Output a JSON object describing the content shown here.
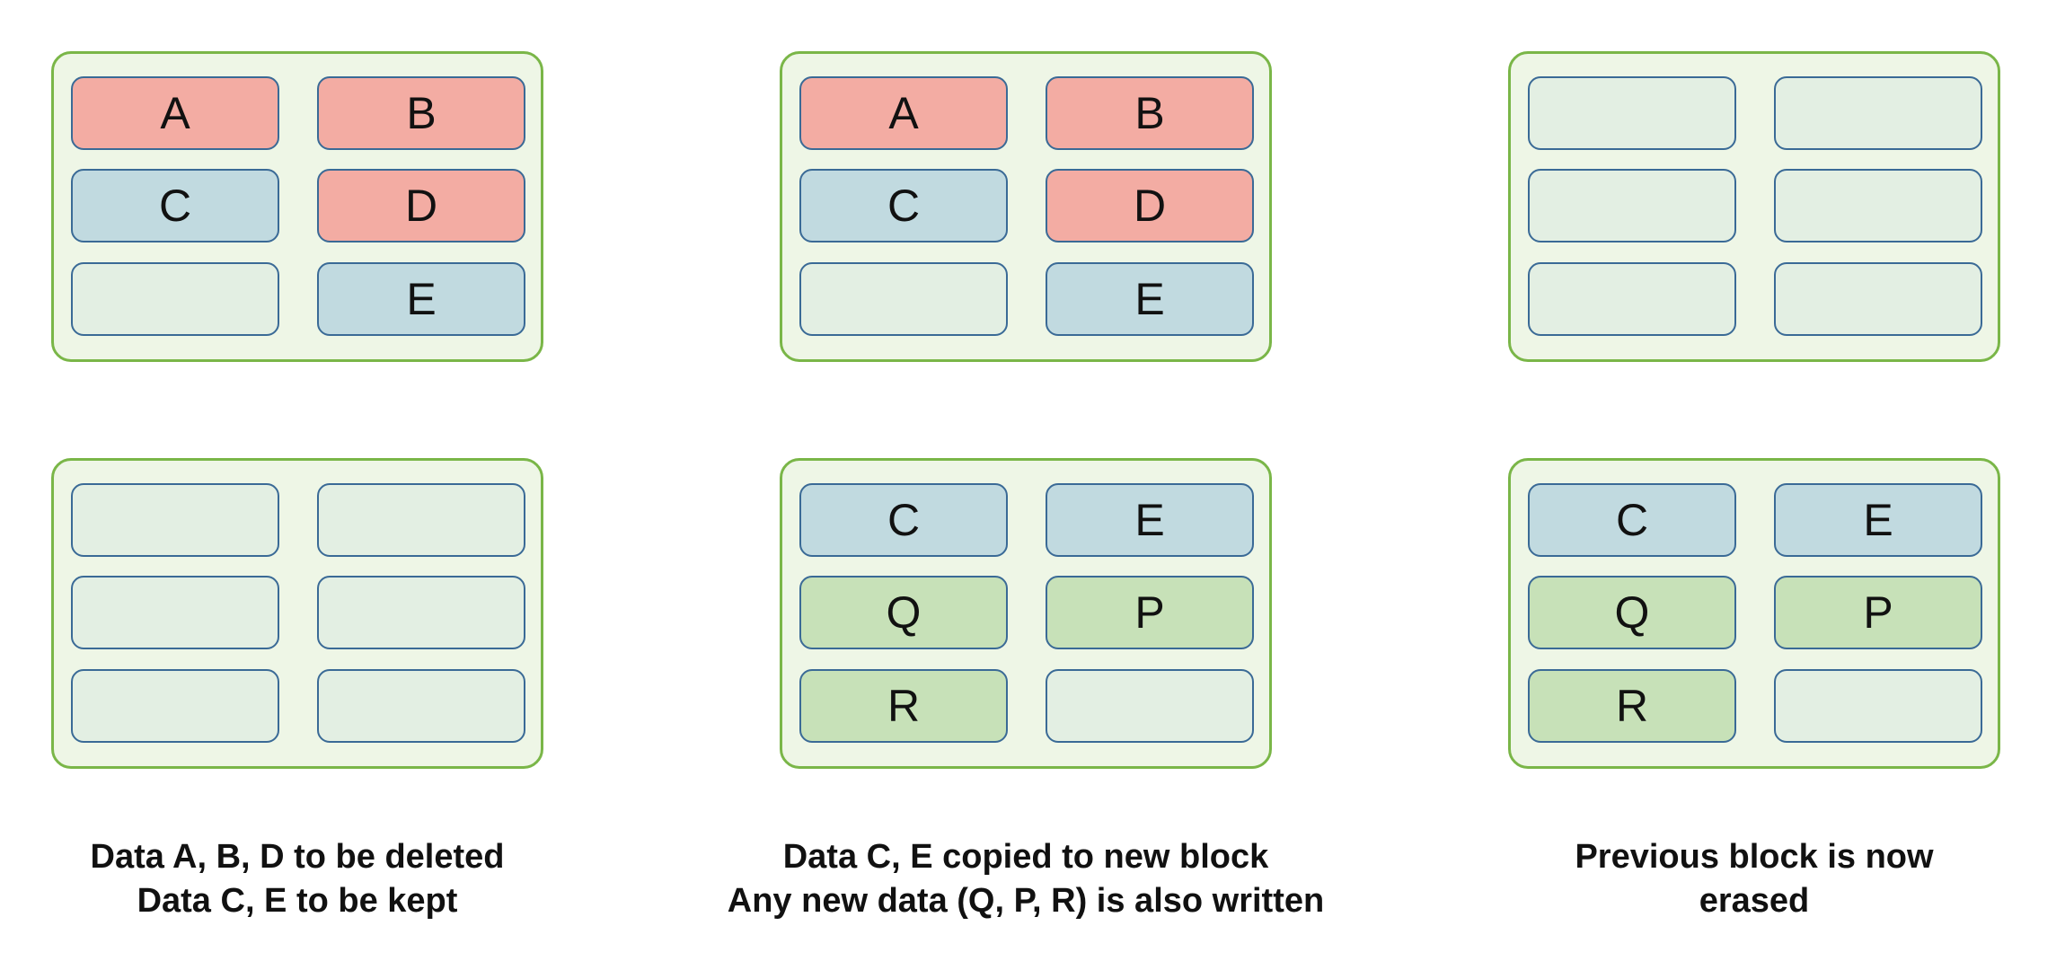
{
  "colors": {
    "block_border": "#7ab648",
    "block_fill": "#eef6e6",
    "page_border": "#3a6a96",
    "delete": "#f3aca3",
    "keep": "#c1dae0",
    "new": "#c7e1b8",
    "empty": "#e3efe3"
  },
  "steps": [
    {
      "top_block": {
        "pages": [
          {
            "label": "A",
            "state": "delete"
          },
          {
            "label": "B",
            "state": "delete"
          },
          {
            "label": "C",
            "state": "keep"
          },
          {
            "label": "D",
            "state": "delete"
          },
          {
            "label": "",
            "state": "empty"
          },
          {
            "label": "E",
            "state": "keep"
          }
        ]
      },
      "bottom_block": {
        "pages": [
          {
            "label": "",
            "state": "empty"
          },
          {
            "label": "",
            "state": "empty"
          },
          {
            "label": "",
            "state": "empty"
          },
          {
            "label": "",
            "state": "empty"
          },
          {
            "label": "",
            "state": "empty"
          },
          {
            "label": "",
            "state": "empty"
          }
        ]
      },
      "caption": {
        "line1": "Data A, B, D to be deleted",
        "line2": "Data C, E to be kept"
      }
    },
    {
      "top_block": {
        "pages": [
          {
            "label": "A",
            "state": "delete"
          },
          {
            "label": "B",
            "state": "delete"
          },
          {
            "label": "C",
            "state": "keep"
          },
          {
            "label": "D",
            "state": "delete"
          },
          {
            "label": "",
            "state": "empty"
          },
          {
            "label": "E",
            "state": "keep"
          }
        ]
      },
      "bottom_block": {
        "pages": [
          {
            "label": "C",
            "state": "keep"
          },
          {
            "label": "E",
            "state": "keep"
          },
          {
            "label": "Q",
            "state": "new"
          },
          {
            "label": "P",
            "state": "new"
          },
          {
            "label": "R",
            "state": "new"
          },
          {
            "label": "",
            "state": "empty"
          }
        ]
      },
      "caption": {
        "line1": "Data C, E copied to new block",
        "line2": "Any new data (Q, P, R) is also written"
      }
    },
    {
      "top_block": {
        "pages": [
          {
            "label": "",
            "state": "empty"
          },
          {
            "label": "",
            "state": "empty"
          },
          {
            "label": "",
            "state": "empty"
          },
          {
            "label": "",
            "state": "empty"
          },
          {
            "label": "",
            "state": "empty"
          },
          {
            "label": "",
            "state": "empty"
          }
        ]
      },
      "bottom_block": {
        "pages": [
          {
            "label": "C",
            "state": "keep"
          },
          {
            "label": "E",
            "state": "keep"
          },
          {
            "label": "Q",
            "state": "new"
          },
          {
            "label": "P",
            "state": "new"
          },
          {
            "label": "R",
            "state": "new"
          },
          {
            "label": "",
            "state": "empty"
          }
        ]
      },
      "caption": {
        "line1": "Previous block is now",
        "line2": "erased"
      }
    }
  ]
}
